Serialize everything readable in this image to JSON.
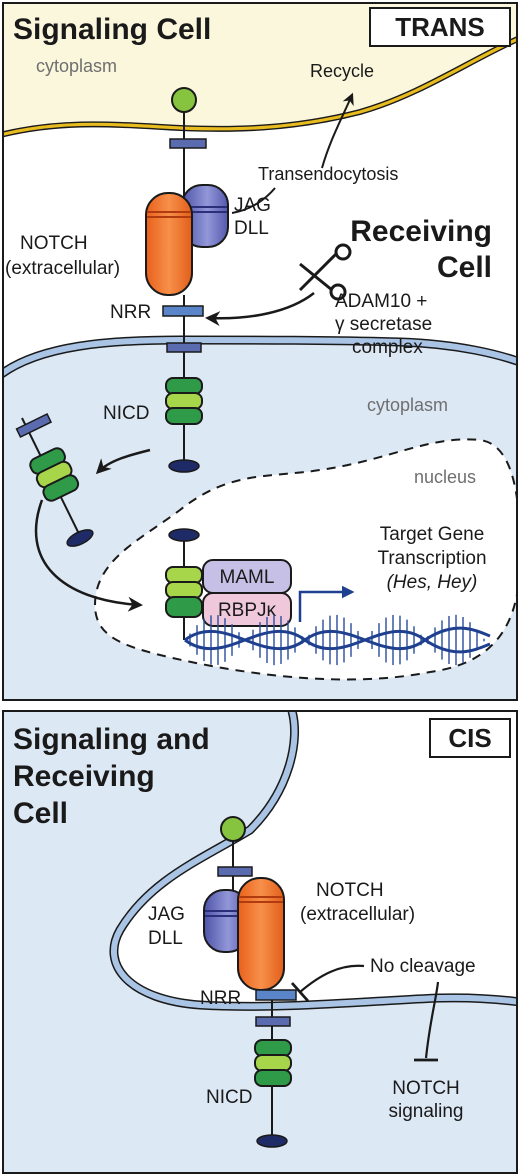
{
  "trans_panel": {
    "title": "Signaling Cell",
    "badge": "TRANS",
    "signaling_cytoplasm": "cytoplasm",
    "recycle": "Recycle",
    "transendocytosis": "Transendocytosis",
    "jag": "JAG",
    "dll": "DLL",
    "notch_line1": "NOTCH",
    "notch_line2": "(extracellular)",
    "receiving_line1": "Receiving",
    "receiving_line2": "Cell",
    "nrr": "NRR",
    "adam_line1": "ADAM10 +",
    "adam_line2": "γ secretase",
    "adam_line3": "complex",
    "receiving_cytoplasm": "cytoplasm",
    "nicd": "NICD",
    "nucleus": "nucleus",
    "target_line1": "Target Gene",
    "target_line2": "Transcription",
    "target_line3": "(Hes, Hey)",
    "maml": "MAML",
    "rbpj": "RBPJκ"
  },
  "cis_panel": {
    "title_line1": "Signaling and",
    "title_line2": "Receiving",
    "title_line3": "Cell",
    "badge": "CIS",
    "notch_line1": "NOTCH",
    "notch_line2": "(extracellular)",
    "jag": "JAG",
    "dll": "DLL",
    "no_cleavage": "No cleavage",
    "nrr": "NRR",
    "nicd": "NICD",
    "signaling_line1": "NOTCH",
    "signaling_line2": "signaling"
  },
  "colors": {
    "signaling_cell_fill": "#fbf7dc",
    "membrane_yellow": "#e8bb1f",
    "receiving_cell_fill": "#dde8f5",
    "membrane_blue": "#a9c4e4",
    "notch_orange": "#f47a2c",
    "jag_purple": "#6a6fc2",
    "nicd_green": "#2f9a47",
    "nicd_lightgreen": "#a8d64a",
    "ligand_green": "#86c440",
    "maml": "#c7c0e6",
    "rbpj": "#f0c8dc",
    "dna": "#2a4d9c"
  }
}
